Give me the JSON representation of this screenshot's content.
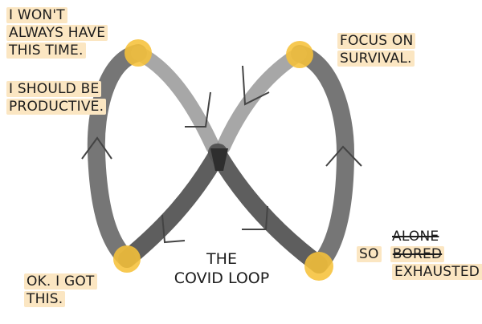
{
  "title": {
    "line1": "The",
    "line2": "Covid Loop"
  },
  "notes": {
    "top_left": {
      "lines": [
        "I won't",
        "always have",
        "this time."
      ]
    },
    "mid_left": {
      "lines": [
        "I should be",
        "productive."
      ]
    },
    "top_right": {
      "lines": [
        "Focus on",
        "survival."
      ]
    },
    "bottom_left": {
      "lines": [
        "OK. I got",
        "this."
      ]
    },
    "bottom_right": {
      "prefix": "So",
      "crossed_1": "Alone",
      "crossed_2": "Bored",
      "final": "Exhausted !"
    }
  },
  "colors": {
    "loop_stroke": "#6f6f6f",
    "node_fill": "#f6c13a",
    "highlight": "#fbe6c2",
    "ink": "#1c1c1c"
  },
  "nodes": [
    {
      "name": "node-top-left"
    },
    {
      "name": "node-top-right"
    },
    {
      "name": "node-bottom-left"
    },
    {
      "name": "node-bottom-right"
    }
  ]
}
